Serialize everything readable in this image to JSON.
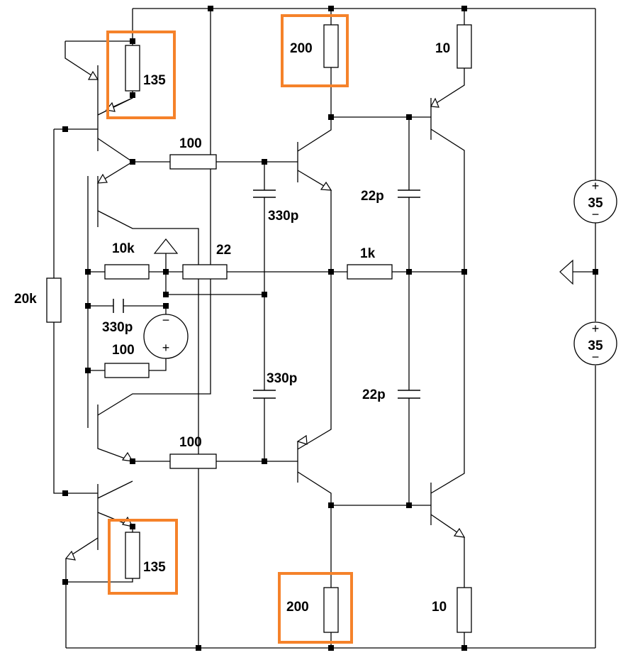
{
  "highlight_color": "#f5822a",
  "resistors": {
    "r_135_top": "135",
    "r_135_bot": "135",
    "r_200_top": "200",
    "r_200_bot": "200",
    "r_10_top": "10",
    "r_10_bot": "10",
    "r_100_top": "100",
    "r_100_bot": "100",
    "r_10k": "10k",
    "r_22": "22",
    "r_1k": "1k",
    "r_20k": "20k",
    "r_100_input": "100"
  },
  "capacitors": {
    "c_330p_input": "330p",
    "c_330p_upper": "330p",
    "c_330p_lower": "330p",
    "c_22p_upper": "22p",
    "c_22p_lower": "22p"
  },
  "sources": {
    "supply_top": "35",
    "supply_bot": "35",
    "plus": "+",
    "minus": "−"
  },
  "highlighted": [
    "r_135_top",
    "r_135_bot",
    "r_200_top",
    "r_200_bot"
  ]
}
